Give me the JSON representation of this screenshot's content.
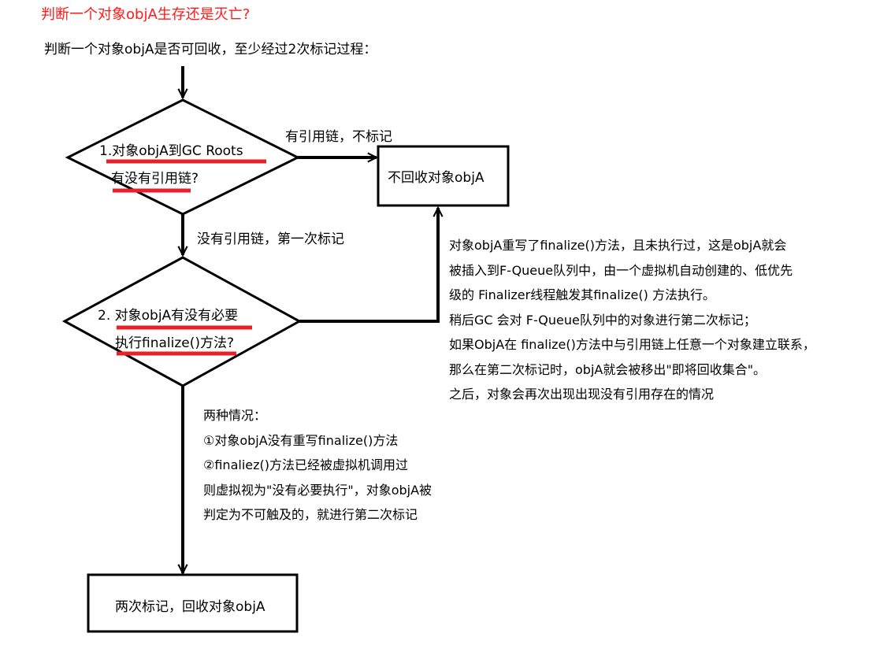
{
  "title": "判断一个对象objA生存还是灭亡?",
  "subtitle": "判断一个对象objA是否可回收，至少经过2次标记过程：",
  "decision1": {
    "line1": "1.对象objA到GC Roots",
    "line2": "有没有引用链?"
  },
  "decision2": {
    "line1": "2. 对象objA有没有必要",
    "line2": "执行finalize()方法?"
  },
  "edges": {
    "has_ref": "有引用链，不标记",
    "no_ref": "没有引用链，第一次标记"
  },
  "box_keep": "不回收对象objA",
  "box_collect": "两次标记，回收对象objA",
  "right_notes": [
    "对象objA重写了finalize()方法，且未执行过，这是objA就会",
    "被插入到F-Queue队列中，由一个虚拟机自动创建的、低优先",
    "级的 Finalizer线程触发其finalize() 方法执行。",
    "稍后GC 会对 F-Queue队列中的对象进行第二次标记；",
    "如果ObjA在 finalize()方法中与引用链上任意一个对象建立联系，",
    "那么在第二次标记时，objA就会被移出\"即将回收集合\"。",
    "之后，对象会再次出现出现没有引用存在的情况"
  ],
  "bottom_notes": [
    "两种情况：",
    "①对象objA没有重写finalize()方法",
    "②finaliez()方法已经被虚拟机调用过",
    "则虚拟视为\"没有必要执行\"，对象objA被",
    "判定为不可触及的，就进行第二次标记"
  ],
  "colors": {
    "title": "#ff1a1a",
    "underline": "#e8202a",
    "stroke": "#000000"
  }
}
